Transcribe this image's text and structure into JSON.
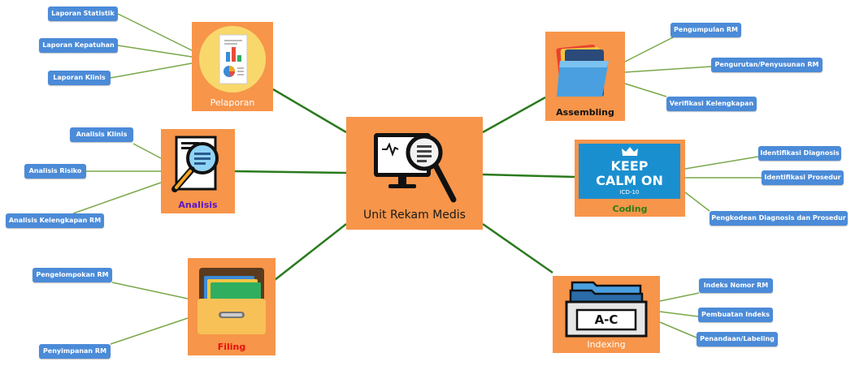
{
  "center": {
    "title": "Unit Rekam Medis"
  },
  "categories": {
    "pelaporan": {
      "label": "Pelaporan",
      "label_color": "#ffffff",
      "leaves": [
        "Laporan Statistik",
        "Laporan Kepatuhan",
        "Laporan Klinis"
      ]
    },
    "analisis": {
      "label": "Analisis",
      "label_color": "#5b18c8",
      "leaves": [
        "Analisis Klinis",
        "Analisis Risiko",
        "Analisis Kelengkapan RM"
      ]
    },
    "filing": {
      "label": "Filing",
      "label_color": "#e8120c",
      "leaves": [
        "Pengelompokan RM",
        "Penyimpanan RM"
      ]
    },
    "assembling": {
      "label": "Assembling",
      "label_color": "#111111",
      "leaves": [
        "Pengumpulan RM",
        "Pengurutan/Penyusunan RM",
        "Verifikasi Kelengkapan"
      ]
    },
    "coding": {
      "label": "Coding",
      "label_color": "#2e7d16",
      "leaves": [
        "Identifikasi Diagnosis",
        "Identifikasi Prosedur",
        "Pengkodean Diagnosis dan Prosedur"
      ]
    },
    "indexing": {
      "label": "Indexing",
      "label_color": "#ffffff",
      "leaves": [
        "Indeks Nomor RM",
        "Pembuatan Indeks",
        "Penandaan/Labeling"
      ]
    }
  },
  "coding_image": {
    "line1": "KEEP",
    "line2": "CALM ON",
    "line3": "ICD-10"
  },
  "indexing_image": {
    "tag": "A-C"
  },
  "colors": {
    "node": "#f7954a",
    "leaf": "#4b8bd8",
    "main_connector": "#2a7a1e",
    "leaf_connector": "#7aa84a"
  }
}
